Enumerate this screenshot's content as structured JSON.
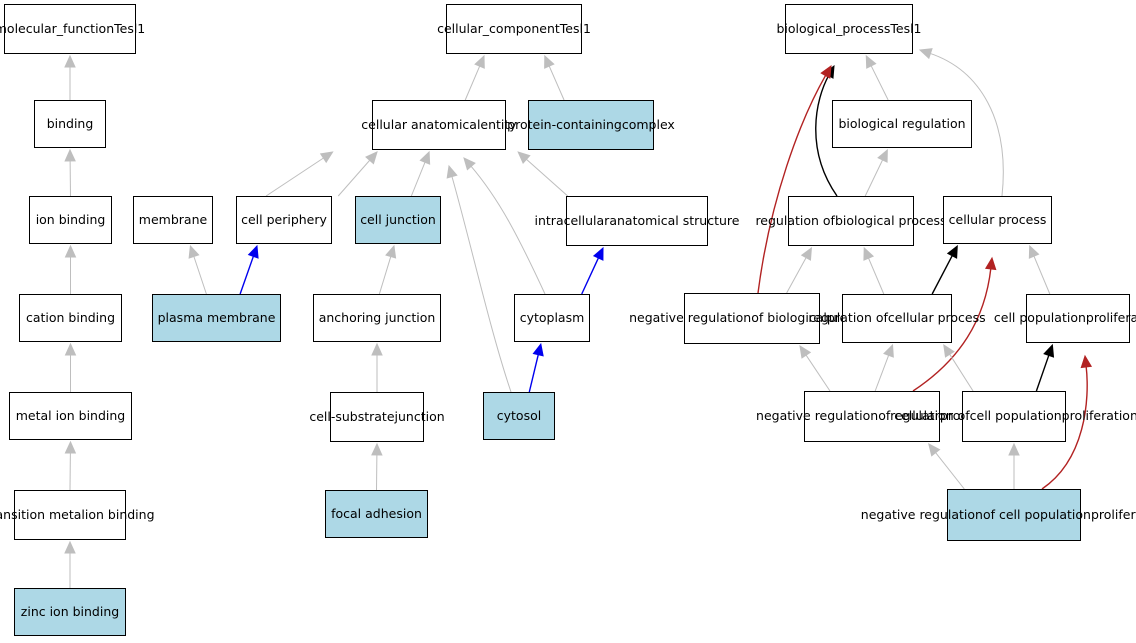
{
  "colors": {
    "node_fill": "#ffffff",
    "highlight_fill": "#add8e6",
    "edge_gray": "#bebebe",
    "edge_black": "#000000",
    "edge_blue": "#0000ee",
    "edge_red": "#b22222"
  },
  "nodes": {
    "mf_root": {
      "lines": [
        "molecular_function",
        "Tesl1"
      ],
      "highlighted": false
    },
    "binding": {
      "lines": [
        "binding"
      ],
      "highlighted": false
    },
    "ion_binding": {
      "lines": [
        "ion binding"
      ],
      "highlighted": false
    },
    "cation_binding": {
      "lines": [
        "cation binding"
      ],
      "highlighted": false
    },
    "metal_ion_binding": {
      "lines": [
        "metal ion binding"
      ],
      "highlighted": false
    },
    "transition_metal": {
      "lines": [
        "transition metal",
        "ion binding"
      ],
      "highlighted": false
    },
    "zinc_ion_binding": {
      "lines": [
        "zinc ion binding"
      ],
      "highlighted": true
    },
    "cc_root": {
      "lines": [
        "cellular_component",
        "Tesl1"
      ],
      "highlighted": false
    },
    "cell_anat_entity": {
      "lines": [
        "cellular anatomical",
        "entity"
      ],
      "highlighted": false
    },
    "protein_complex": {
      "lines": [
        "protein-containing",
        "complex"
      ],
      "highlighted": true
    },
    "membrane": {
      "lines": [
        "membrane"
      ],
      "highlighted": false
    },
    "cell_periphery": {
      "lines": [
        "cell periphery"
      ],
      "highlighted": false
    },
    "cell_junction": {
      "lines": [
        "cell junction"
      ],
      "highlighted": true
    },
    "intracellular": {
      "lines": [
        "intracellular",
        "anatomical structure"
      ],
      "highlighted": false
    },
    "plasma_membrane": {
      "lines": [
        "plasma membrane"
      ],
      "highlighted": true
    },
    "anchoring_junction": {
      "lines": [
        "anchoring junction"
      ],
      "highlighted": false
    },
    "cytoplasm": {
      "lines": [
        "cytoplasm"
      ],
      "highlighted": false
    },
    "cell_substrate": {
      "lines": [
        "cell-substrate",
        "junction"
      ],
      "highlighted": false
    },
    "cytosol": {
      "lines": [
        "cytosol"
      ],
      "highlighted": true
    },
    "focal_adhesion": {
      "lines": [
        "focal adhesion"
      ],
      "highlighted": true
    },
    "bp_root": {
      "lines": [
        "biological_process",
        "Tesl1"
      ],
      "highlighted": false
    },
    "bio_regulation": {
      "lines": [
        "biological regulation"
      ],
      "highlighted": false
    },
    "reg_bio_process": {
      "lines": [
        "regulation of",
        "biological process"
      ],
      "highlighted": false
    },
    "cellular_process": {
      "lines": [
        "cellular process"
      ],
      "highlighted": false
    },
    "neg_reg_bio": {
      "lines": [
        "negative regulation",
        "of biological",
        "process"
      ],
      "highlighted": false
    },
    "reg_cell_process": {
      "lines": [
        "regulation of",
        "cellular process"
      ],
      "highlighted": false
    },
    "cell_pop_prolif": {
      "lines": [
        "cell population",
        "proliferation"
      ],
      "highlighted": false
    },
    "neg_reg_cell": {
      "lines": [
        "negative regulation",
        "of cellular",
        "process"
      ],
      "highlighted": false
    },
    "reg_cell_pop": {
      "lines": [
        "regulation of",
        "cell population",
        "proliferation"
      ],
      "highlighted": false
    },
    "neg_reg_cell_pop": {
      "lines": [
        "negative regulation",
        "of cell population",
        "proliferation"
      ],
      "highlighted": true
    }
  },
  "edges": [
    {
      "from": "binding",
      "to": "mf_root",
      "type": "is_a"
    },
    {
      "from": "ion_binding",
      "to": "binding",
      "type": "is_a"
    },
    {
      "from": "cation_binding",
      "to": "ion_binding",
      "type": "is_a"
    },
    {
      "from": "metal_ion_binding",
      "to": "cation_binding",
      "type": "is_a"
    },
    {
      "from": "transition_metal",
      "to": "metal_ion_binding",
      "type": "is_a"
    },
    {
      "from": "zinc_ion_binding",
      "to": "transition_metal",
      "type": "is_a"
    },
    {
      "from": "cell_anat_entity",
      "to": "cc_root",
      "type": "is_a"
    },
    {
      "from": "protein_complex",
      "to": "cc_root",
      "type": "is_a"
    },
    {
      "from": "membrane",
      "to": "cell_anat_entity",
      "type": "is_a"
    },
    {
      "from": "cell_periphery",
      "to": "cell_anat_entity",
      "type": "is_a"
    },
    {
      "from": "cell_junction",
      "to": "cell_anat_entity",
      "type": "is_a"
    },
    {
      "from": "intracellular",
      "to": "cell_anat_entity",
      "type": "is_a"
    },
    {
      "from": "cytoplasm",
      "to": "cell_anat_entity",
      "type": "is_a"
    },
    {
      "from": "cytosol",
      "to": "cell_anat_entity",
      "type": "is_a"
    },
    {
      "from": "plasma_membrane",
      "to": "membrane",
      "type": "is_a"
    },
    {
      "from": "plasma_membrane",
      "to": "cell_periphery",
      "type": "part_of"
    },
    {
      "from": "anchoring_junction",
      "to": "cell_junction",
      "type": "is_a"
    },
    {
      "from": "cytoplasm",
      "to": "intracellular",
      "type": "part_of"
    },
    {
      "from": "cell_substrate",
      "to": "anchoring_junction",
      "type": "is_a"
    },
    {
      "from": "cytosol",
      "to": "cytoplasm",
      "type": "part_of"
    },
    {
      "from": "focal_adhesion",
      "to": "cell_substrate",
      "type": "is_a"
    },
    {
      "from": "bio_regulation",
      "to": "bp_root",
      "type": "is_a"
    },
    {
      "from": "cellular_process",
      "to": "bp_root",
      "type": "is_a"
    },
    {
      "from": "reg_bio_process",
      "to": "bp_root",
      "type": "regulates"
    },
    {
      "from": "neg_reg_bio",
      "to": "bp_root",
      "type": "negatively_regulates"
    },
    {
      "from": "reg_bio_process",
      "to": "bio_regulation",
      "type": "is_a"
    },
    {
      "from": "neg_reg_bio",
      "to": "reg_bio_process",
      "type": "is_a"
    },
    {
      "from": "reg_cell_process",
      "to": "reg_bio_process",
      "type": "is_a"
    },
    {
      "from": "reg_cell_process",
      "to": "cellular_process",
      "type": "regulates"
    },
    {
      "from": "cell_pop_prolif",
      "to": "cellular_process",
      "type": "is_a"
    },
    {
      "from": "neg_reg_cell",
      "to": "cellular_process",
      "type": "negatively_regulates"
    },
    {
      "from": "neg_reg_cell",
      "to": "neg_reg_bio",
      "type": "is_a"
    },
    {
      "from": "neg_reg_cell",
      "to": "reg_cell_process",
      "type": "is_a"
    },
    {
      "from": "reg_cell_pop",
      "to": "reg_cell_process",
      "type": "is_a"
    },
    {
      "from": "reg_cell_pop",
      "to": "cell_pop_prolif",
      "type": "regulates"
    },
    {
      "from": "neg_reg_cell_pop",
      "to": "neg_reg_cell",
      "type": "is_a"
    },
    {
      "from": "neg_reg_cell_pop",
      "to": "reg_cell_pop",
      "type": "is_a"
    },
    {
      "from": "neg_reg_cell_pop",
      "to": "cell_pop_prolif",
      "type": "negatively_regulates"
    }
  ]
}
